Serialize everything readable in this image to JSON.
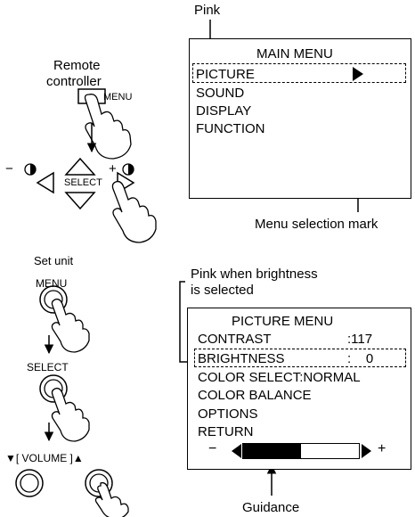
{
  "top": {
    "pink_label": "Pink",
    "remote_label_line1": "Remote",
    "remote_label_line2": "controller",
    "remote_menu_label": "MENU",
    "select_label": "SELECT",
    "minus_symbol": "−",
    "plus_symbol": "+",
    "main_menu": {
      "title": "MAIN MENU",
      "items": [
        "PICTURE",
        "SOUND",
        "DISPLAY",
        "FUNCTION"
      ]
    },
    "menu_selection_mark_label": "Menu selection mark"
  },
  "bottom": {
    "set_unit_label": "Set unit",
    "menu_label": "MENU",
    "select_label": "SELECT",
    "volume_label": "▼[ VOLUME ]▲",
    "pink_note_line1": "Pink when brightness",
    "pink_note_line2": "is selected",
    "picture_menu": {
      "title": "PICTURE MENU",
      "rows": [
        {
          "label": "CONTRAST",
          "value": ":117"
        },
        {
          "label": "BRIGHTNESS",
          "value": ":    0"
        },
        {
          "label": "COLOR SELECT:NORMAL",
          "value": ""
        },
        {
          "label": "COLOR BALANCE",
          "value": ""
        },
        {
          "label": "OPTIONS",
          "value": ""
        },
        {
          "label": "RETURN",
          "value": ""
        }
      ],
      "minus_symbol": "−",
      "plus_symbol": "+",
      "guidance_level": 0.5
    },
    "guidance_label": "Guidance"
  }
}
